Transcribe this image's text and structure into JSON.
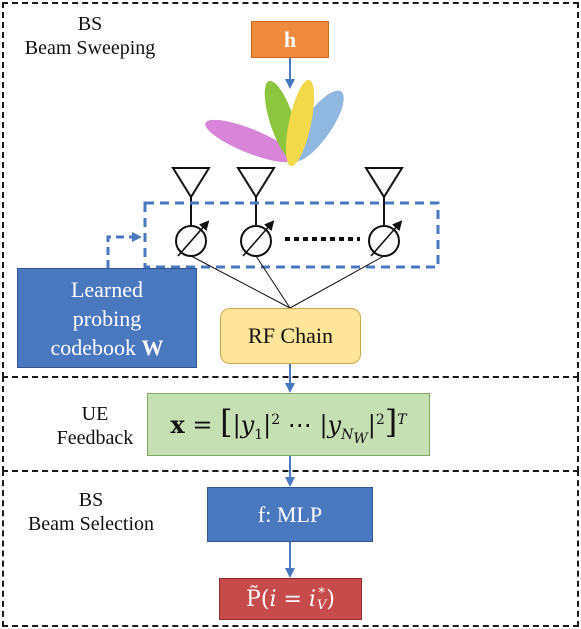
{
  "sections": {
    "sweeping_label_line1": "BS",
    "sweeping_label_line2": "Beam Sweeping",
    "feedback_label_line1": "UE",
    "feedback_label_line2": "Feedback",
    "selection_label_line1": "BS",
    "selection_label_line2": "Beam Selection"
  },
  "blocks": {
    "h_label": "h",
    "rf_chain_label": "RF Chain",
    "learned_line1": "Learned",
    "learned_line2": "probing",
    "learned_line3_text": "codebook ",
    "learned_line3_symbol": "W",
    "mlp_label": "f: MLP"
  },
  "feedback_formula": {
    "lhs": "x",
    "eq": " = ",
    "y1": "y",
    "y1_sub": "1",
    "sq": "2",
    "dots": " ⋯ ",
    "yN": "y",
    "yN_sub": "N",
    "yN_subsub": "W",
    "T": "T"
  },
  "prob_formula": {
    "P": "P̃",
    "open": "(",
    "i": "i",
    "eq": " = ",
    "istar": "i",
    "istar_sup": "*",
    "istar_sub": "V",
    "close": ")"
  },
  "beam_colors": {
    "green": "#8cc63f",
    "yellow": "#f2d94a",
    "magenta": "#d884d8",
    "blue": "#8fb7e0"
  },
  "accent_colors": {
    "arrow": "#4a78bf",
    "dashed_link": "#4a78bf"
  }
}
